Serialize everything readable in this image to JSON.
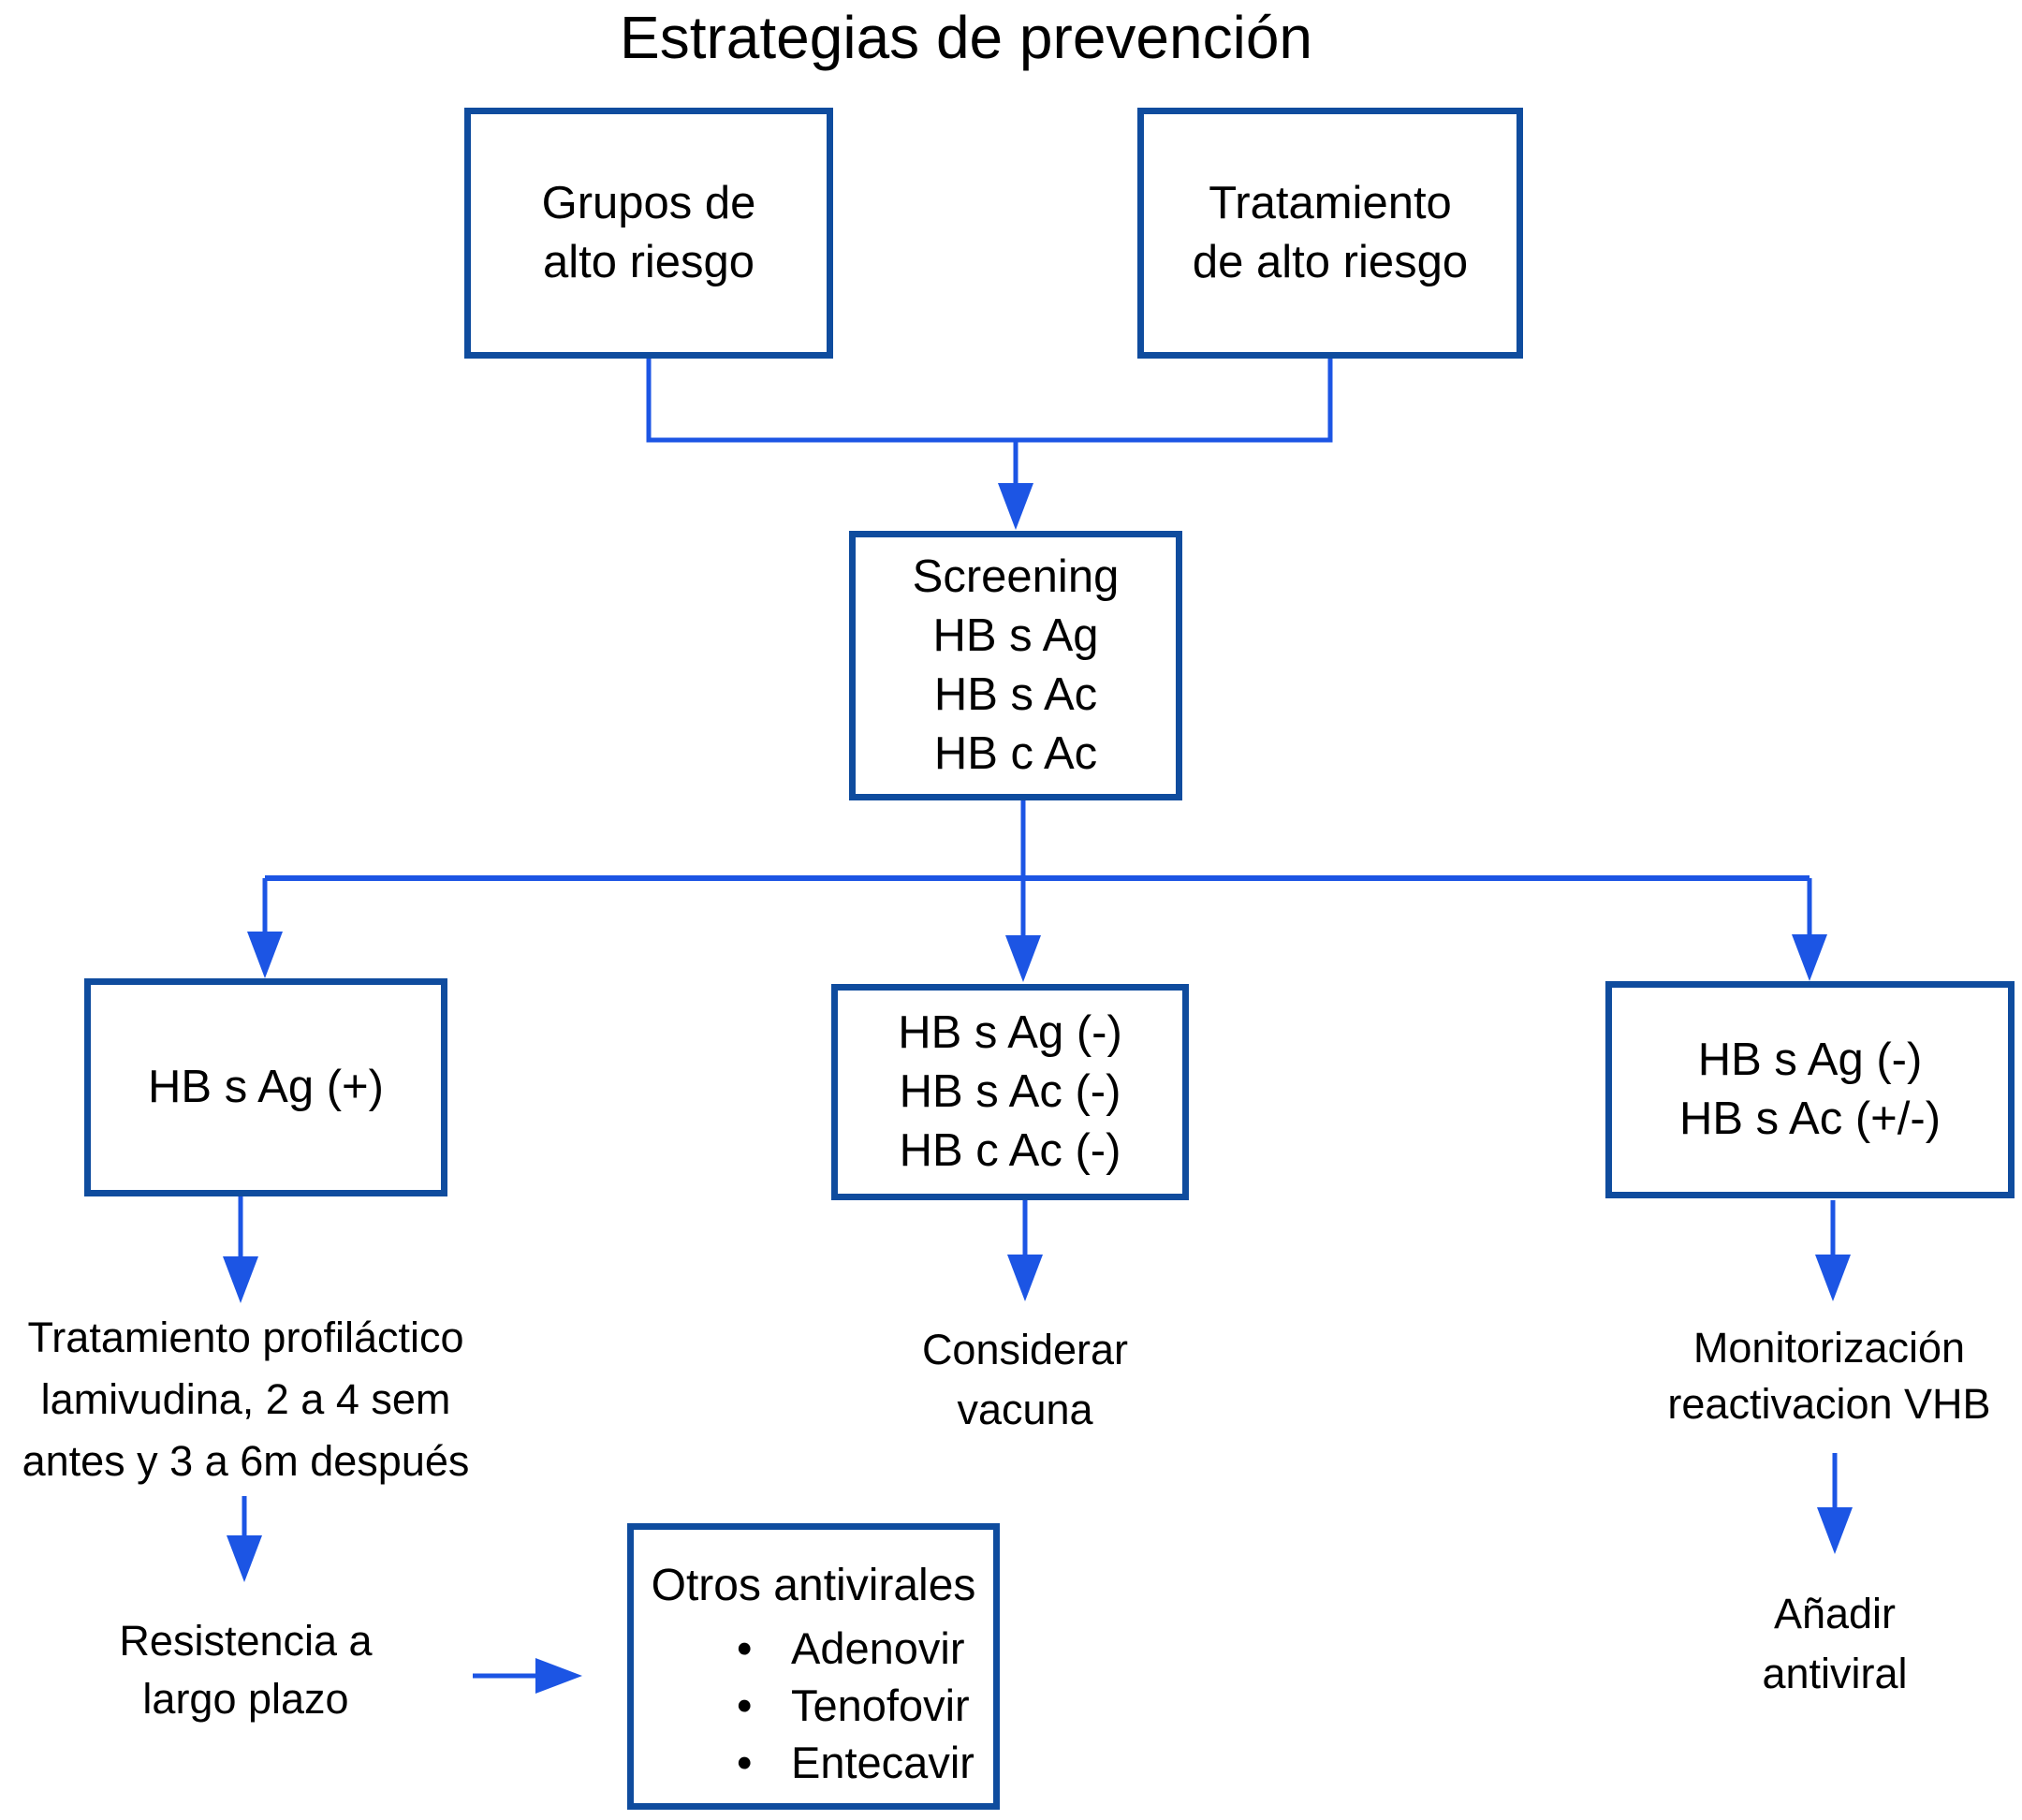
{
  "title": "Estrategias de prevención",
  "colors": {
    "box_border": "#0f4c9e",
    "arrow_blue": "#1c55e4",
    "text": "#000000",
    "background": "#ffffff"
  },
  "boxes": {
    "grupos": {
      "lines": [
        "Grupos de",
        "alto riesgo"
      ]
    },
    "tratamiento": {
      "lines": [
        "Tratamiento",
        "de alto riesgo"
      ]
    },
    "screening": {
      "lines": [
        "Screening",
        "HB s Ag",
        "HB s Ac",
        "HB c Ac"
      ]
    },
    "hbsag_positivo": {
      "lines": [
        "HB s Ag (+)"
      ]
    },
    "serologia_negativa": {
      "lines": [
        "HB s Ag (-)",
        "HB s Ac (-)",
        "HB c Ac (-)"
      ]
    },
    "hbsag_neg_ac": {
      "lines": [
        "HB s Ag (-)",
        "HB s Ac (+/-)"
      ]
    },
    "otros_antivirales": {
      "title": "Otros antivirales",
      "items": [
        "Adenovir",
        "Tenofovir",
        "Entecavir"
      ]
    }
  },
  "labels": {
    "tratamiento_profilactico": {
      "lines": [
        "Tratamiento profiláctico",
        "lamivudina, 2 a 4 sem",
        "antes y 3 a 6m después"
      ]
    },
    "resistencia": {
      "lines": [
        "Resistencia a",
        "largo plazo"
      ]
    },
    "considerar_vacuna": {
      "lines": [
        "Considerar",
        "vacuna"
      ]
    },
    "monitorizacion": {
      "lines": [
        "Monitorización",
        "reactivacion VHB"
      ]
    },
    "anadir_antiviral": {
      "lines": [
        "Añadir",
        "antiviral"
      ]
    }
  }
}
